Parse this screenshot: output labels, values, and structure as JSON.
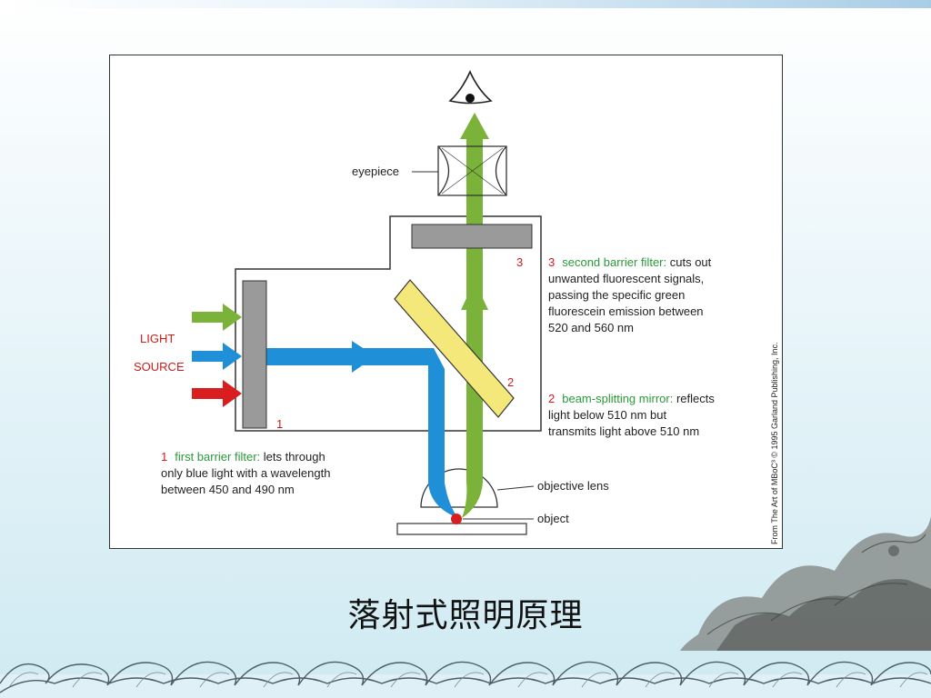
{
  "caption": "落射式照明原理",
  "diagram": {
    "labels": {
      "eyepiece": "eyepiece",
      "light": "LIGHT",
      "source": "SOURCE",
      "num1": "1",
      "num2": "2",
      "num3": "3",
      "objective_lens": "objective lens",
      "object": "object"
    },
    "filter1": {
      "number": "1",
      "title": "first barrier filter:",
      "line1_rest": " lets through",
      "line2": "only blue light with a wavelength",
      "line3": "between 450 and 490 nm"
    },
    "mirror": {
      "number": "2",
      "title": "beam-splitting mirror:",
      "line1_rest": " reflects",
      "line2": "light below 510 nm but",
      "line3": "transmits light above 510 nm"
    },
    "filter2": {
      "number": "3",
      "title": "second barrier filter:",
      "line1_rest": " cuts out",
      "line2": "unwanted fluorescent signals,",
      "line3": "passing the specific green",
      "line4": "fluorescein emission between",
      "line5": "520 and 560 nm"
    },
    "credit": "From The Art of MBoC³ © 1995 Garland Publishing, Inc."
  },
  "colors": {
    "green_light": "#7bb23a",
    "blue_light": "#1f8fd8",
    "red_light": "#d81e1e",
    "mirror_yellow": "#f5e87a",
    "filter_gray": "#9a9a9a"
  }
}
